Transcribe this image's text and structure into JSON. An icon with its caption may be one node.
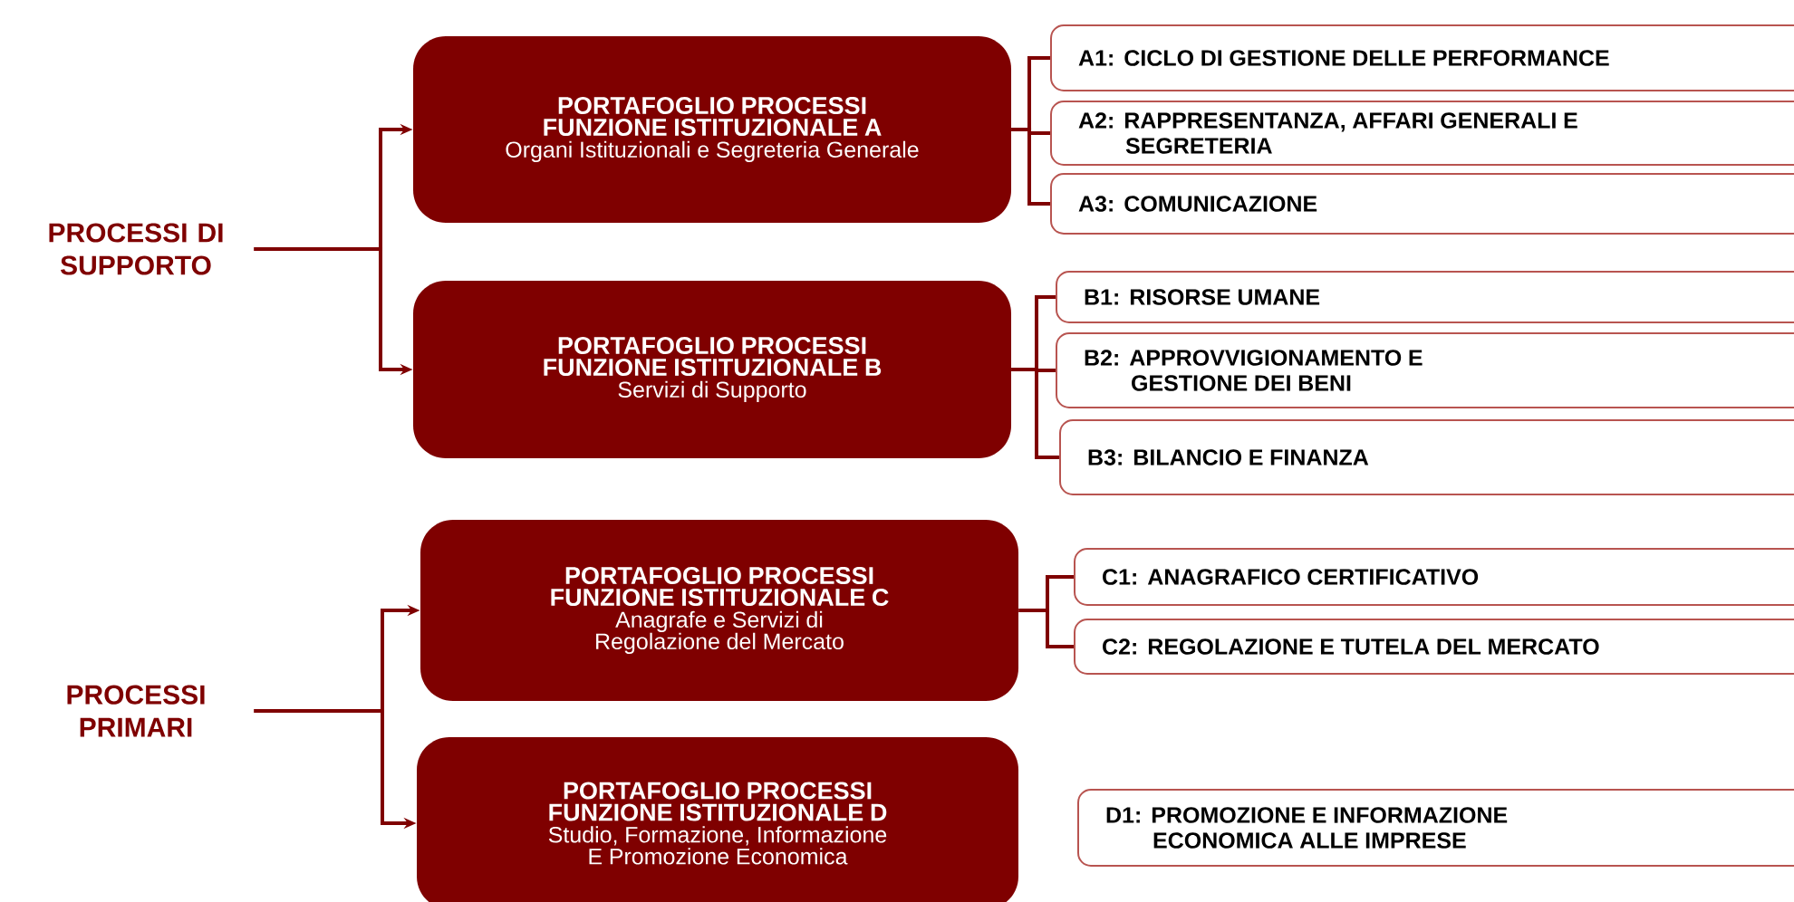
{
  "diagram": {
    "nodes": [
      {
        "text": [
          "PROCESSI DI SUPPORTO"
        ]
      },
      {
        "text": [
          "PORTAFOGLIO PROCESSI FUNZIONE ISTITUZIONALE A",
          "Organi Istituzionali e Segreteria Generale"
        ]
      },
      {
        "text": [
          "PORTAFOGLIO PROCESSI FUNZIONE ISTITUZIONALE B",
          "Servizi di Supporto"
        ]
      },
      {
        "text": [
          "PROCESSI PRIMARI"
        ]
      },
      {
        "text": [
          "PORTAFOGLIO PROCESSI FUNZIONE ISTITUZIONALE C",
          "Anagrafe e Servizi di Regolazione del Mercato"
        ]
      },
      {
        "text": [
          "PORTAFOGLIO PROCESSI FUNZIONE ISTITUZIONALE D",
          "Studio, Formazione, Informazione E Promozione Economica"
        ]
      },
      {
        "text": [
          "A1: CICLO DI GESTIONE DELLE PERFORMANCE"
        ]
      },
      {
        "text": [
          "A2: RAPPRESENTANZA, AFFARI GENERALI E SEGRETERIA"
        ]
      },
      {
        "text": [
          "A3: COMUNICAZIONE"
        ]
      },
      {
        "text": [
          "B1: RISORSE UMANE"
        ]
      },
      {
        "text": [
          "B2: APPROVVIGIONAMENTO E GESTIONE DEI BENI"
        ]
      },
      {
        "text": [
          "B3: BILANCIO E FINANZA"
        ]
      },
      {
        "text": [
          "C1: ANAGRAFICO CERTIFICATIVO"
        ]
      },
      {
        "text": [
          "C2: REGOLAZIONE E TUTELA DEL MERCATO"
        ]
      },
      {
        "text": [
          "D1: PROMOZIONE E INFORMAZIONE ECONOMICA ALLE IMPRESE"
        ]
      }
    ],
    "edges": [
      {
        "from": 0,
        "to": 1,
        "arrow": "to"
      },
      {
        "from": 0,
        "to": 2,
        "arrow": "to"
      },
      {
        "from": 3,
        "to": 4,
        "arrow": "to"
      },
      {
        "from": 3,
        "to": 5,
        "arrow": "to"
      },
      {
        "from": 1,
        "to": 6,
        "arrow": "none"
      },
      {
        "from": 1,
        "to": 7,
        "arrow": "none"
      },
      {
        "from": 1,
        "to": 8,
        "arrow": "none"
      },
      {
        "from": 2,
        "to": 9,
        "arrow": "none"
      },
      {
        "from": 2,
        "to": 10,
        "arrow": "none"
      },
      {
        "from": 2,
        "to": 11,
        "arrow": "none"
      },
      {
        "from": 4,
        "to": 12,
        "arrow": "none"
      },
      {
        "from": 4,
        "to": 13,
        "arrow": "none"
      }
    ]
  }
}
